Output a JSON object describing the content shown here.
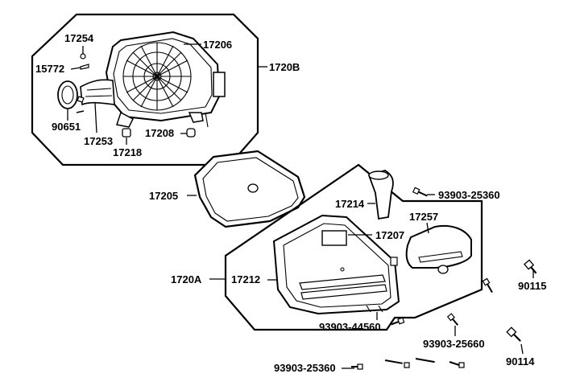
{
  "labels": {
    "p17254": "17254",
    "p15772": "15772",
    "p17206": "17206",
    "p1720B": "1720B",
    "p90651": "90651",
    "p17253": "17253",
    "p17218": "17218",
    "p17208": "17208",
    "p17205": "17205",
    "p17214": "17214",
    "p93903_25360a": "93903-25360",
    "p17257": "17257",
    "p17207": "17207",
    "p1720A": "1720A",
    "p17212": "17212",
    "p90115": "90115",
    "p93903_44560": "93903-44560",
    "p93903_25660": "93903-25660",
    "p90114": "90114",
    "p93903_25360b": "93903-25360"
  }
}
